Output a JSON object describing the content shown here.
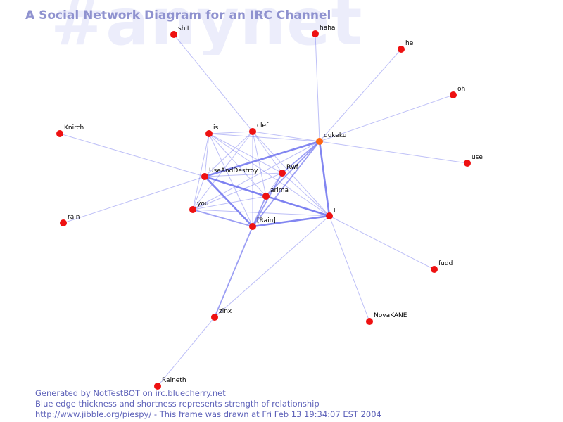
{
  "title": "A Social Network Diagram for an IRC Channel",
  "watermark": "#anynet",
  "footer": {
    "line1": "Generated by NotTestBOT on irc.bluecherry.net",
    "line2": "Blue edge thickness and shortness represents strength of relationship",
    "line3": "http://www.jibble.org/piespy/ - This frame was drawn at Fri Feb 13 19:34:07 EST 2004"
  },
  "colors": {
    "node": "#ee1111",
    "node_active": "#ff6611",
    "edge": "#7b7ff0",
    "title": "#8f92cf",
    "footer": "#5e62b9",
    "watermark": "#ecedfb"
  },
  "nodes": [
    {
      "id": "shit",
      "label": "shit"
    },
    {
      "id": "haha",
      "label": "haha"
    },
    {
      "id": "he",
      "label": "he"
    },
    {
      "id": "oh",
      "label": "oh"
    },
    {
      "id": "Knirch",
      "label": "Knirch"
    },
    {
      "id": "is",
      "label": "is"
    },
    {
      "id": "clef",
      "label": "clef"
    },
    {
      "id": "dukeku",
      "label": "dukeku",
      "active": true
    },
    {
      "id": "use",
      "label": "use"
    },
    {
      "id": "UseAndDestroy",
      "label": "UseAndDestroy"
    },
    {
      "id": "Rwf",
      "label": "Rwf"
    },
    {
      "id": "arima",
      "label": "arima"
    },
    {
      "id": "you",
      "label": "you"
    },
    {
      "id": "rain",
      "label": "rain"
    },
    {
      "id": "Rain",
      "label": "[Rain]"
    },
    {
      "id": "i",
      "label": "i"
    },
    {
      "id": "fudd",
      "label": "fudd"
    },
    {
      "id": "zinx",
      "label": "zinx"
    },
    {
      "id": "NovaKANE",
      "label": "NovaKANE"
    },
    {
      "id": "Raineth",
      "label": "Raineth"
    }
  ],
  "edges": [
    {
      "source": "shit",
      "target": "clef",
      "weight": 1
    },
    {
      "source": "haha",
      "target": "dukeku",
      "weight": 1
    },
    {
      "source": "he",
      "target": "dukeku",
      "weight": 1
    },
    {
      "source": "oh",
      "target": "dukeku",
      "weight": 1
    },
    {
      "source": "use",
      "target": "dukeku",
      "weight": 1
    },
    {
      "source": "Knirch",
      "target": "UseAndDestroy",
      "weight": 1
    },
    {
      "source": "rain",
      "target": "UseAndDestroy",
      "weight": 1
    },
    {
      "source": "fudd",
      "target": "i",
      "weight": 1
    },
    {
      "source": "NovaKANE",
      "target": "i",
      "weight": 1
    },
    {
      "source": "zinx",
      "target": "i",
      "weight": 1
    },
    {
      "source": "zinx",
      "target": "Rain",
      "weight": 2
    },
    {
      "source": "Raineth",
      "target": "zinx",
      "weight": 1
    },
    {
      "source": "dukeku",
      "target": "i",
      "weight": 3
    },
    {
      "source": "dukeku",
      "target": "UseAndDestroy",
      "weight": 3
    },
    {
      "source": "dukeku",
      "target": "Rwf",
      "weight": 2
    },
    {
      "source": "dukeku",
      "target": "arima",
      "weight": 2
    },
    {
      "source": "dukeku",
      "target": "Rain",
      "weight": 2
    },
    {
      "source": "dukeku",
      "target": "clef",
      "weight": 1
    },
    {
      "source": "dukeku",
      "target": "is",
      "weight": 1
    },
    {
      "source": "dukeku",
      "target": "you",
      "weight": 1
    },
    {
      "source": "UseAndDestroy",
      "target": "arima",
      "weight": 3
    },
    {
      "source": "UseAndDestroy",
      "target": "Rain",
      "weight": 3
    },
    {
      "source": "UseAndDestroy",
      "target": "Rwf",
      "weight": 1
    },
    {
      "source": "UseAndDestroy",
      "target": "i",
      "weight": 2
    },
    {
      "source": "UseAndDestroy",
      "target": "clef",
      "weight": 1
    },
    {
      "source": "UseAndDestroy",
      "target": "is",
      "weight": 1
    },
    {
      "source": "UseAndDestroy",
      "target": "you",
      "weight": 1
    },
    {
      "source": "arima",
      "target": "i",
      "weight": 3
    },
    {
      "source": "arima",
      "target": "Rain",
      "weight": 2
    },
    {
      "source": "arima",
      "target": "Rwf",
      "weight": 1
    },
    {
      "source": "arima",
      "target": "clef",
      "weight": 1
    },
    {
      "source": "arima",
      "target": "is",
      "weight": 1
    },
    {
      "source": "arima",
      "target": "you",
      "weight": 1
    },
    {
      "source": "Rain",
      "target": "i",
      "weight": 3
    },
    {
      "source": "Rain",
      "target": "you",
      "weight": 2
    },
    {
      "source": "Rain",
      "target": "Rwf",
      "weight": 2
    },
    {
      "source": "Rain",
      "target": "clef",
      "weight": 1
    },
    {
      "source": "Rain",
      "target": "is",
      "weight": 1
    },
    {
      "source": "Rwf",
      "target": "i",
      "weight": 1
    },
    {
      "source": "Rwf",
      "target": "clef",
      "weight": 1
    },
    {
      "source": "Rwf",
      "target": "is",
      "weight": 1
    },
    {
      "source": "Rwf",
      "target": "you",
      "weight": 1
    },
    {
      "source": "clef",
      "target": "is",
      "weight": 1
    },
    {
      "source": "clef",
      "target": "you",
      "weight": 1
    },
    {
      "source": "clef",
      "target": "i",
      "weight": 1
    },
    {
      "source": "is",
      "target": "you",
      "weight": 1
    },
    {
      "source": "is",
      "target": "i",
      "weight": 1
    },
    {
      "source": "you",
      "target": "i",
      "weight": 1
    }
  ]
}
